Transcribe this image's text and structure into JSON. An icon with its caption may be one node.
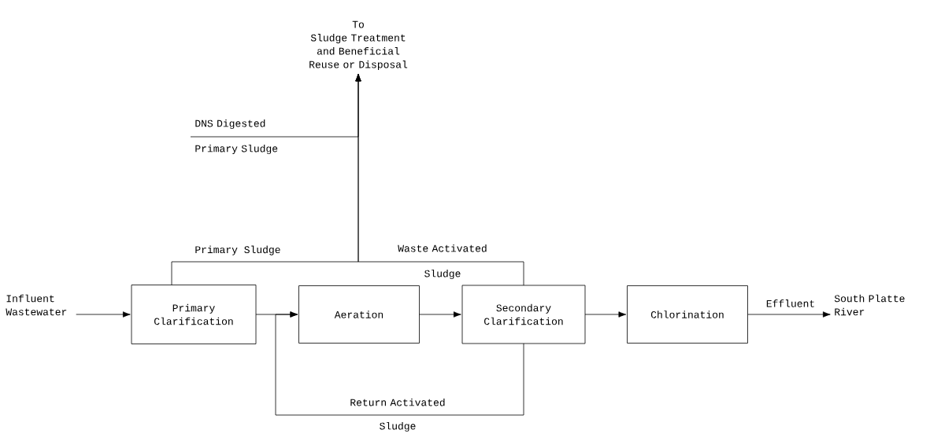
{
  "diagram": {
    "nodes": [
      {
        "text": [
          "To",
          "Sludge Treatment and Beneficial Reuse or Disposal"
        ]
      },
      {
        "text": [
          "Influent Wastewater"
        ]
      },
      {
        "text": [
          "Primary Clarification"
        ]
      },
      {
        "text": [
          "Aeration"
        ]
      },
      {
        "text": [
          "Secondary Clarification"
        ]
      },
      {
        "text": [
          "Chlorination"
        ]
      },
      {
        "text": [
          "South Platte River"
        ]
      }
    ],
    "edges": [
      {
        "from": null,
        "to": 0,
        "arrow": "to",
        "label": "DNS Digested Primary Sludge"
      },
      {
        "from": 2,
        "to": 0,
        "arrow": "to",
        "label": "Primary Sludge"
      },
      {
        "from": 4,
        "to": 0,
        "arrow": "to",
        "label": "Waste Activated Sludge"
      },
      {
        "from": 1,
        "to": 2,
        "arrow": "to"
      },
      {
        "from": 2,
        "to": 3,
        "arrow": "to"
      },
      {
        "from": 3,
        "to": 4,
        "arrow": "to"
      },
      {
        "from": 4,
        "to": 3,
        "arrow": "to",
        "label": "Return Activated Sludge"
      },
      {
        "from": 4,
        "to": 5,
        "arrow": "to"
      },
      {
        "from": 5,
        "to": 6,
        "arrow": "to",
        "label": "Effluent"
      }
    ]
  }
}
